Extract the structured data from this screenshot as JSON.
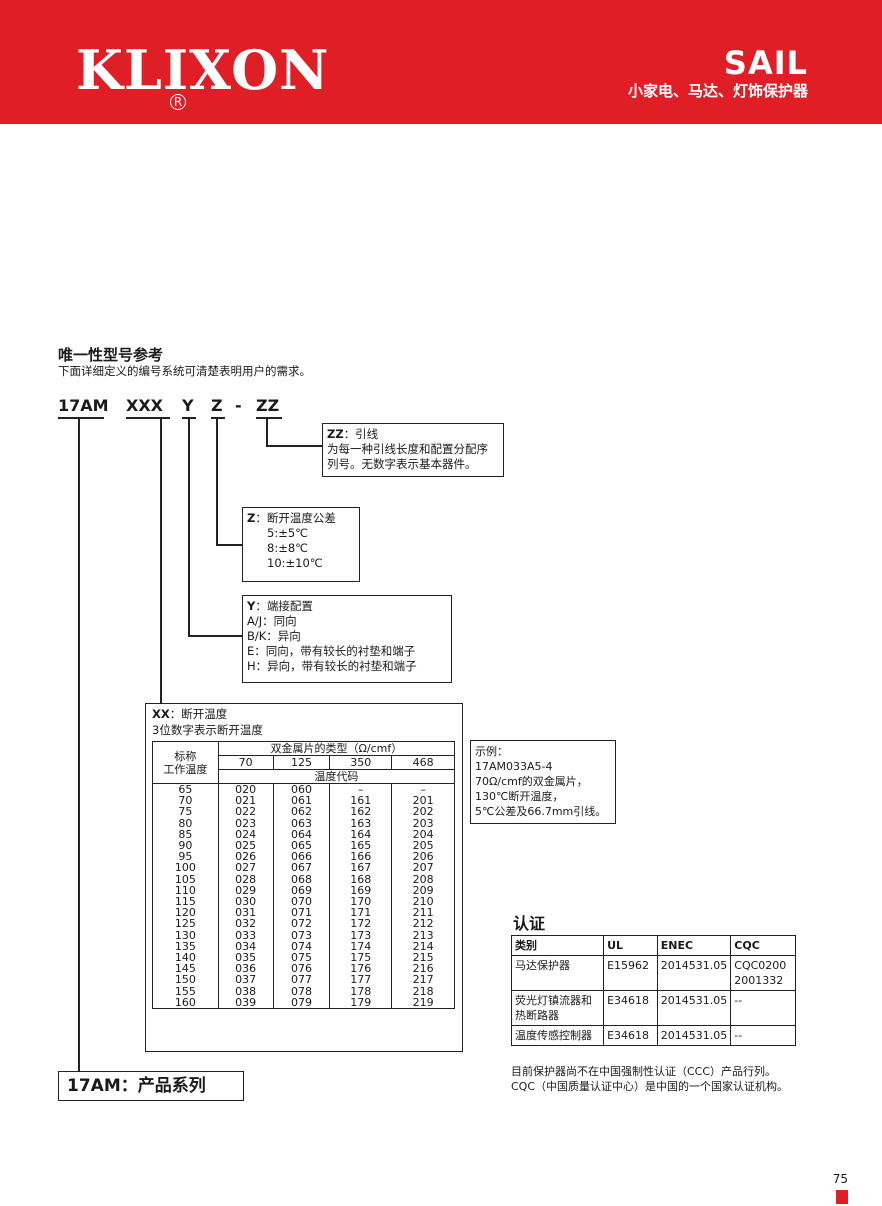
{
  "header": {
    "logo": "KLIXON",
    "logo_registered": "R",
    "brand": "SAIL",
    "tagline": "小家电、马达、灯饰保护器"
  },
  "section": {
    "title": "唯一性型号参考",
    "subtitle": "下面详细定义的编号系统可清楚表明用户的需求。"
  },
  "code_parts": [
    "17AM",
    "XXX",
    "Y",
    "Z",
    "-",
    "ZZ"
  ],
  "zz_box": {
    "key": "ZZ",
    "title": "：引线",
    "lines": [
      "为每一种引线长度和配置分配序",
      "列号。无数字表示基本器件。"
    ]
  },
  "z_box": {
    "key": "Z",
    "title": "：断开温度公差",
    "lines": [
      "5:±5℃",
      "8:±8℃",
      "10:±10℃"
    ]
  },
  "y_box": {
    "key": "Y",
    "title": "：端接配置",
    "lines": [
      "A/J：同向",
      "B/K：异向",
      "E：同向，带有较长的衬垫和端子",
      "H：异向，带有较长的衬垫和端子"
    ]
  },
  "xx_box": {
    "key": "XX",
    "title": "：断开温度",
    "subtitle": "3位数字表示断开温度",
    "table": {
      "corner_header": [
        "标称",
        "工作温度"
      ],
      "group_header": "双金属片的类型（Ω/cmf）",
      "types": [
        "70",
        "125",
        "350",
        "468"
      ],
      "code_header": "温度代码",
      "rows": [
        [
          "65",
          "020",
          "060",
          "–",
          "–"
        ],
        [
          "70",
          "021",
          "061",
          "161",
          "201"
        ],
        [
          "75",
          "022",
          "062",
          "162",
          "202"
        ],
        [
          "80",
          "023",
          "063",
          "163",
          "203"
        ],
        [
          "85",
          "024",
          "064",
          "164",
          "204"
        ],
        [
          "90",
          "025",
          "065",
          "165",
          "205"
        ],
        [
          "95",
          "026",
          "066",
          "166",
          "206"
        ],
        [
          "100",
          "027",
          "067",
          "167",
          "207"
        ],
        [
          "105",
          "028",
          "068",
          "168",
          "208"
        ],
        [
          "110",
          "029",
          "069",
          "169",
          "209"
        ],
        [
          "115",
          "030",
          "070",
          "170",
          "210"
        ],
        [
          "120",
          "031",
          "071",
          "171",
          "211"
        ],
        [
          "125",
          "032",
          "072",
          "172",
          "212"
        ],
        [
          "130",
          "033",
          "073",
          "173",
          "213"
        ],
        [
          "135",
          "034",
          "074",
          "174",
          "214"
        ],
        [
          "140",
          "035",
          "075",
          "175",
          "215"
        ],
        [
          "145",
          "036",
          "076",
          "176",
          "216"
        ],
        [
          "150",
          "037",
          "077",
          "177",
          "217"
        ],
        [
          "155",
          "038",
          "078",
          "178",
          "218"
        ],
        [
          "160",
          "039",
          "079",
          "179",
          "219"
        ]
      ]
    }
  },
  "series_box": {
    "text": "17AM：产品系列"
  },
  "example_box": {
    "lines": [
      "示例：",
      "17AM033A5-4",
      "70Ω/cmf的双金属片，",
      "130℃断开温度，",
      "5℃公差及66.7mm引线。"
    ]
  },
  "certification": {
    "title": "认证",
    "headers": [
      "类别",
      "UL",
      "ENEC",
      "CQC"
    ],
    "rows": [
      [
        "马达保护器",
        "E15962",
        "2014531.05",
        "CQC0200 2001332"
      ],
      [
        "荧光灯镇流器和热断路器",
        "E34618",
        "2014531.05",
        "--"
      ],
      [
        "温度传感控制器",
        "E34618",
        "2014531.05",
        "--"
      ]
    ],
    "notes": [
      "目前保护器尚不在中国强制性认证（CCC）产品行列。",
      "CQC（中国质量认证中心）是中国的一个国家认证机构。"
    ]
  },
  "page_number": "75",
  "colors": {
    "brand_red": "#e01e26"
  }
}
